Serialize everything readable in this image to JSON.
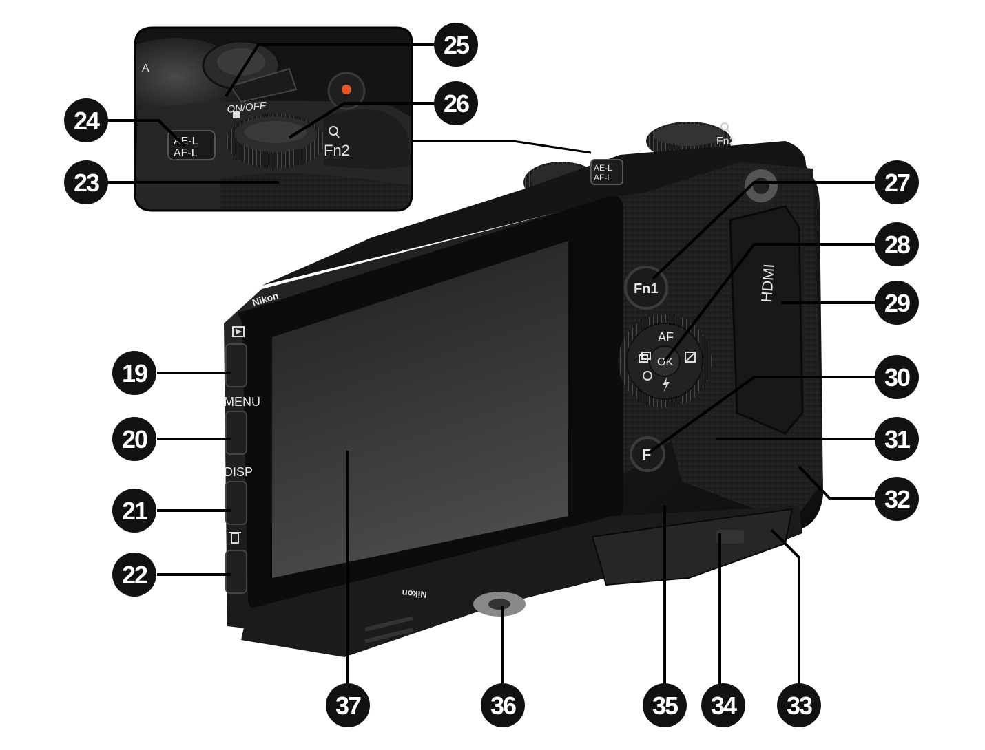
{
  "camera_labels": {
    "on_off": "ON/OFF",
    "ael_afl_line1": "AE-L",
    "ael_afl_line2": "AF-L",
    "fn2": "Fn2",
    "fn1": "Fn1",
    "menu": "MENU",
    "disp": "DISP",
    "af": "AF",
    "ok": "OK",
    "f": "F",
    "brand_top": "Nikon",
    "brand_bottom": "Nikon",
    "hdmi": "HDMI",
    "dial_a": "A"
  },
  "icons": [
    "playback-icon",
    "delete-icon",
    "magnify-icon",
    "flash-icon",
    "self-timer-icon",
    "continuous-icon",
    "exposure-comp-icon",
    "focus-area-icon"
  ],
  "callouts": [
    {
      "id": "19",
      "label": "19"
    },
    {
      "id": "20",
      "label": "20"
    },
    {
      "id": "21",
      "label": "21"
    },
    {
      "id": "22",
      "label": "22"
    },
    {
      "id": "23",
      "label": "23"
    },
    {
      "id": "24",
      "label": "24"
    },
    {
      "id": "25",
      "label": "25"
    },
    {
      "id": "26",
      "label": "26"
    },
    {
      "id": "27",
      "label": "27"
    },
    {
      "id": "28",
      "label": "28"
    },
    {
      "id": "29",
      "label": "29"
    },
    {
      "id": "30",
      "label": "30"
    },
    {
      "id": "31",
      "label": "31"
    },
    {
      "id": "32",
      "label": "32"
    },
    {
      "id": "33",
      "label": "33"
    },
    {
      "id": "34",
      "label": "34"
    },
    {
      "id": "35",
      "label": "35"
    },
    {
      "id": "36",
      "label": "36"
    },
    {
      "id": "37",
      "label": "37"
    }
  ],
  "colors": {
    "body": "#1a1a1a",
    "body_dark": "#0d0d0d",
    "screen": "#2e2e2e",
    "callout_fill": "#111111",
    "leader": "#000000",
    "shutter_accent": "#e2572a"
  }
}
